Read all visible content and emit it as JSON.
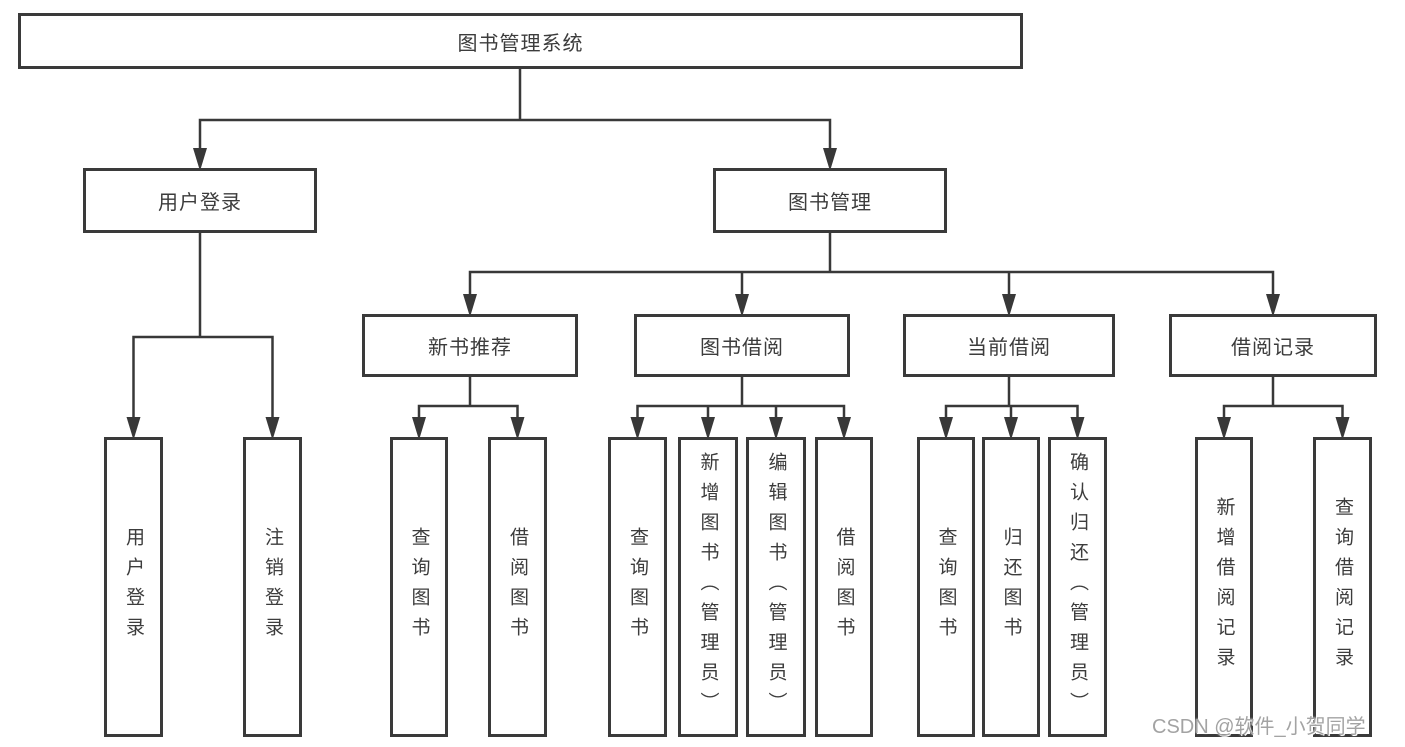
{
  "colors": {
    "line": "#383838",
    "box_border": "#3a3a3a",
    "text": "#3c3c3c",
    "background": "#ffffff",
    "watermark": "#a3a3a3"
  },
  "watermark": {
    "text": "CSDN @软件_小贺同学"
  },
  "tree": {
    "root": {
      "label": "图书管理系统",
      "children": [
        {
          "label": "用户登录",
          "children": [
            {
              "label": "用户登录"
            },
            {
              "label": "注销登录"
            }
          ]
        },
        {
          "label": "图书管理",
          "children": [
            {
              "label": "新书推荐",
              "children": [
                {
                  "label": "查询图书"
                },
                {
                  "label": "借阅图书"
                }
              ]
            },
            {
              "label": "图书借阅",
              "children": [
                {
                  "label": "查询图书"
                },
                {
                  "label": "新增图书（管理员）"
                },
                {
                  "label": "编辑图书（管理员）"
                },
                {
                  "label": "借阅图书"
                }
              ]
            },
            {
              "label": "当前借阅",
              "children": [
                {
                  "label": "查询图书"
                },
                {
                  "label": "归还图书"
                },
                {
                  "label": "确认归还（管理员）"
                }
              ]
            },
            {
              "label": "借阅记录",
              "children": [
                {
                  "label": "新增借阅记录"
                },
                {
                  "label": "查询借阅记录"
                }
              ]
            }
          ]
        }
      ]
    }
  }
}
